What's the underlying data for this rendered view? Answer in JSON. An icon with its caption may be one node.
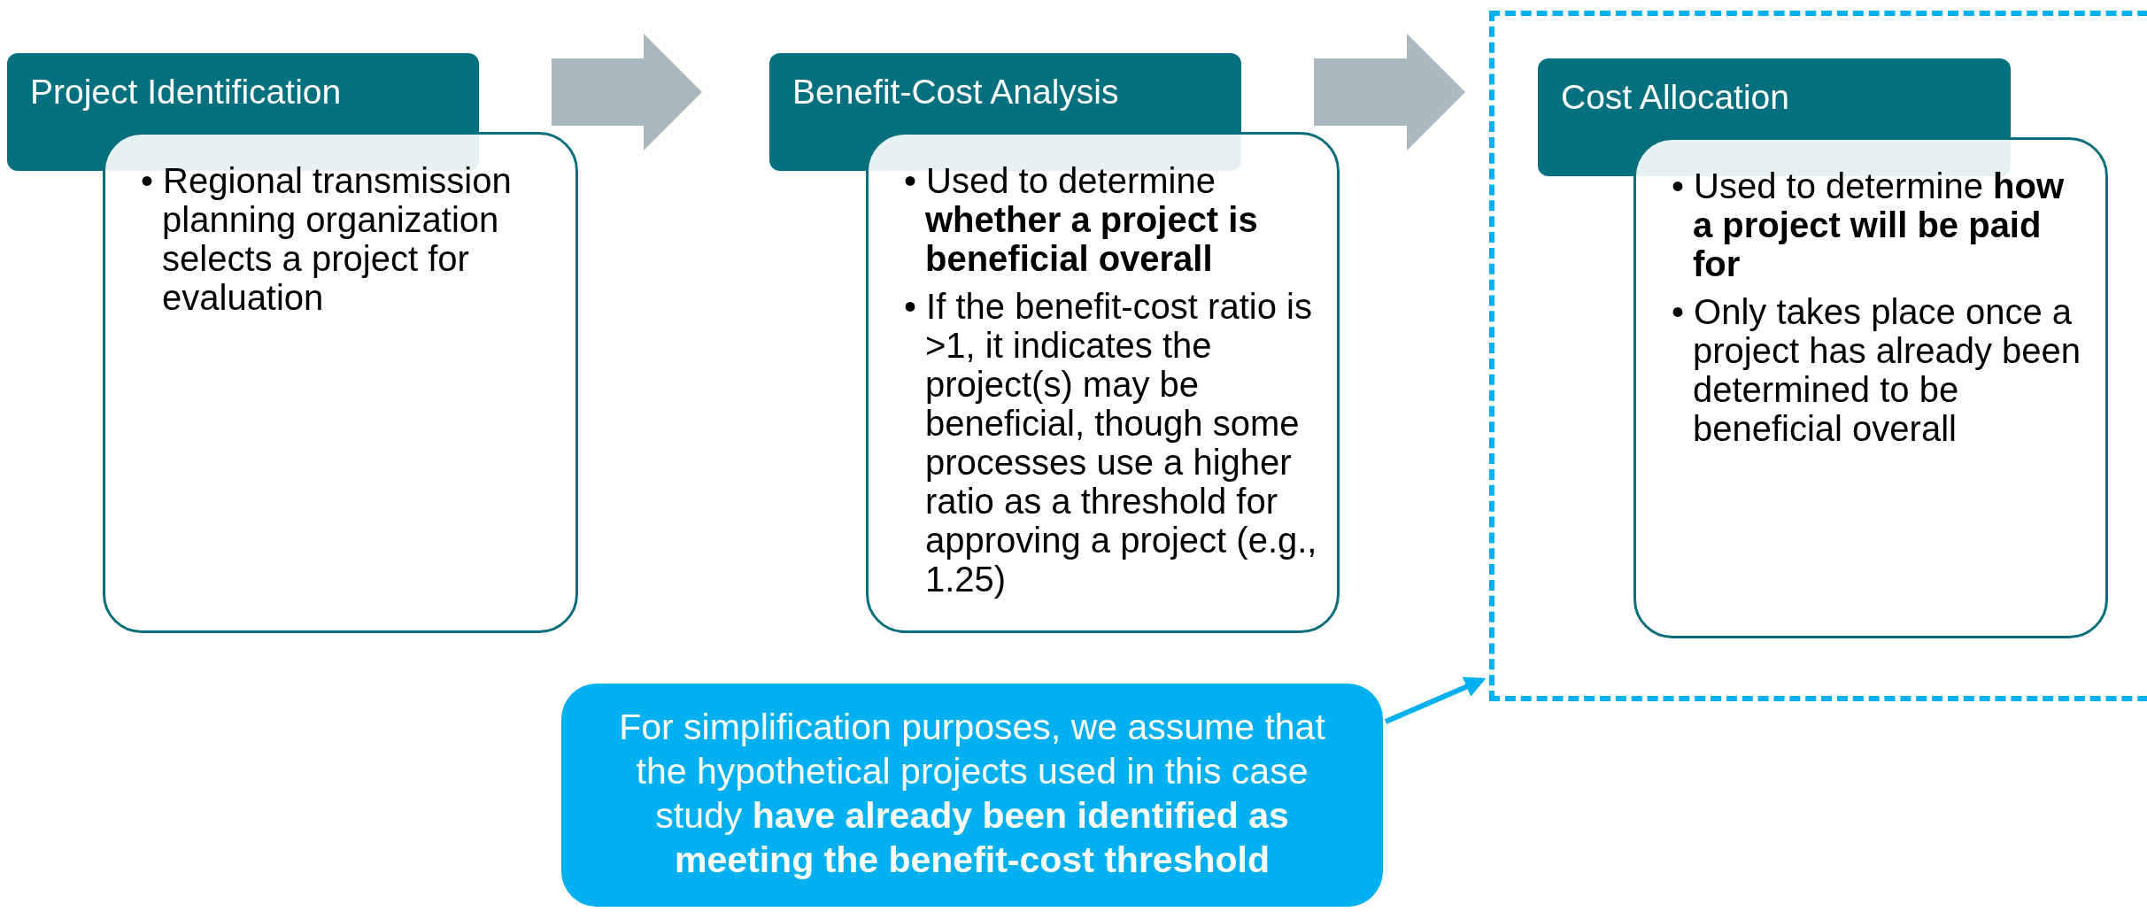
{
  "diagram": {
    "nodes": [
      {
        "text": [
          "Project Identification"
        ]
      },
      {
        "text": [
          "• Regional transmission planning organization selects a project for evaluation"
        ]
      },
      {
        "text": [
          "Benefit-Cost Analysis"
        ]
      },
      {
        "text": [
          "• Used to determine **whether a project is beneficial overall**",
          "• If the benefit-cost ratio is >1, it indicates the project(s) may be beneficial, though some processes use a higher ratio as a threshold for approving a project (e.g., 1.25)"
        ]
      },
      {
        "text": [],
        "shape": "box"
      },
      {
        "text": [
          "Cost Allocation"
        ],
        "in": 4
      },
      {
        "text": [
          "• Used to determine **how a project will be paid for**",
          "• Only takes place once a project has already been determined to be beneficial overall"
        ],
        "in": 4
      },
      {
        "text": [
          "For simplification purposes, we assume that the hypothetical  projects used in this case study **have already been identified as meeting the benefit-cost threshold**"
        ]
      }
    ],
    "edges": [
      {
        "from": 0,
        "to": 2,
        "arrow": "to",
        "style": "thick"
      },
      {
        "from": 2,
        "to": 5,
        "arrow": "to",
        "style": "thick"
      },
      {
        "from": 7,
        "to": 4,
        "arrow": "to",
        "color": "#00b0f0"
      }
    ]
  }
}
